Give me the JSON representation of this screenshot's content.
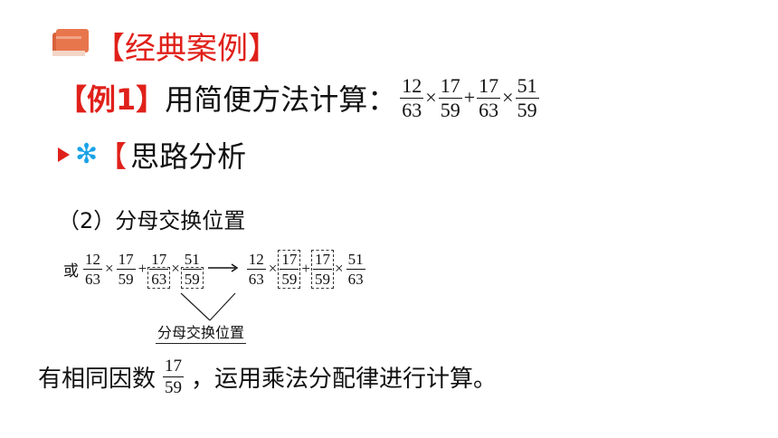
{
  "header": {
    "section_title": "【经典案例】",
    "book_icon": "book-icon"
  },
  "example": {
    "label": "【例1】",
    "prompt": "用简便方法计算：",
    "expr": [
      {
        "num": "12",
        "den": "63"
      },
      {
        "op": "×"
      },
      {
        "num": "17",
        "den": "59"
      },
      {
        "op": "+"
      },
      {
        "num": "17",
        "den": "63"
      },
      {
        "op": "×"
      },
      {
        "num": "51",
        "den": "59"
      }
    ]
  },
  "analysis": {
    "arrow_icon": "play-arrow-icon",
    "star_icon": "asterisk-icon",
    "bracket": "【",
    "title": "思路分析"
  },
  "step": {
    "label": "（2）分母交换位置",
    "prefix": "或",
    "left": {
      "a_num": "12",
      "a_den": "63",
      "op1": "×",
      "b_num": "17",
      "b_den": "59",
      "op2": "+",
      "c_num": "17",
      "c_den": "63",
      "op3": "×",
      "d_num": "51",
      "d_den": "59"
    },
    "right": {
      "a_num": "12",
      "a_den": "63",
      "op1": "×",
      "b_num": "17",
      "b_den": "59",
      "op2": "+",
      "c_num": "17",
      "c_den": "59",
      "op3": "×",
      "d_num": "51",
      "d_den": "63"
    },
    "annotation": "分母交换位置"
  },
  "conclusion": {
    "text_before": "有相同因数",
    "frac": {
      "num": "17",
      "den": "59"
    },
    "text_after": "，运用乘法分配律进行计算。"
  }
}
